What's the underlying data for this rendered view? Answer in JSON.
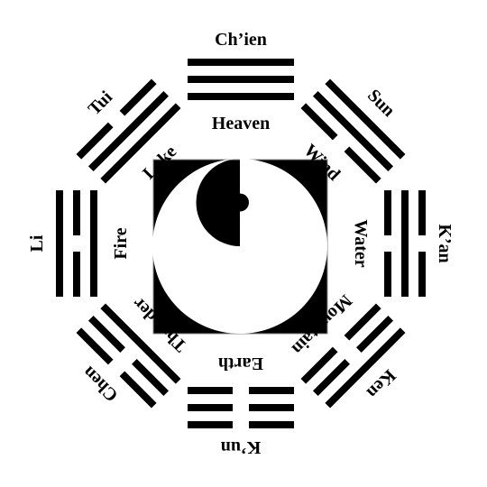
{
  "colors": {
    "ink": "#000000",
    "paper": "#ffffff",
    "frame": "#888888"
  },
  "center": {
    "symbol": "yin-yang"
  },
  "trigrams": [
    {
      "id": "chien",
      "name": "Ch’ien",
      "meaning": "Heaven",
      "lines": [
        1,
        1,
        1
      ]
    },
    {
      "id": "sun",
      "name": "Sun",
      "meaning": "Wind",
      "lines": [
        1,
        1,
        0
      ]
    },
    {
      "id": "kan",
      "name": "K’an",
      "meaning": "Water",
      "lines": [
        0,
        1,
        0
      ]
    },
    {
      "id": "ken",
      "name": "Ken",
      "meaning": "Mountain",
      "lines": [
        1,
        0,
        0
      ]
    },
    {
      "id": "kun",
      "name": "K’un",
      "meaning": "Earth",
      "lines": [
        0,
        0,
        0
      ]
    },
    {
      "id": "chen",
      "name": "Chen",
      "meaning": "Thunder",
      "lines": [
        0,
        0,
        1
      ]
    },
    {
      "id": "li",
      "name": "Li",
      "meaning": "Fire",
      "lines": [
        1,
        0,
        1
      ]
    },
    {
      "id": "tui",
      "name": "Tui",
      "meaning": "Lake",
      "lines": [
        0,
        1,
        1
      ]
    }
  ]
}
